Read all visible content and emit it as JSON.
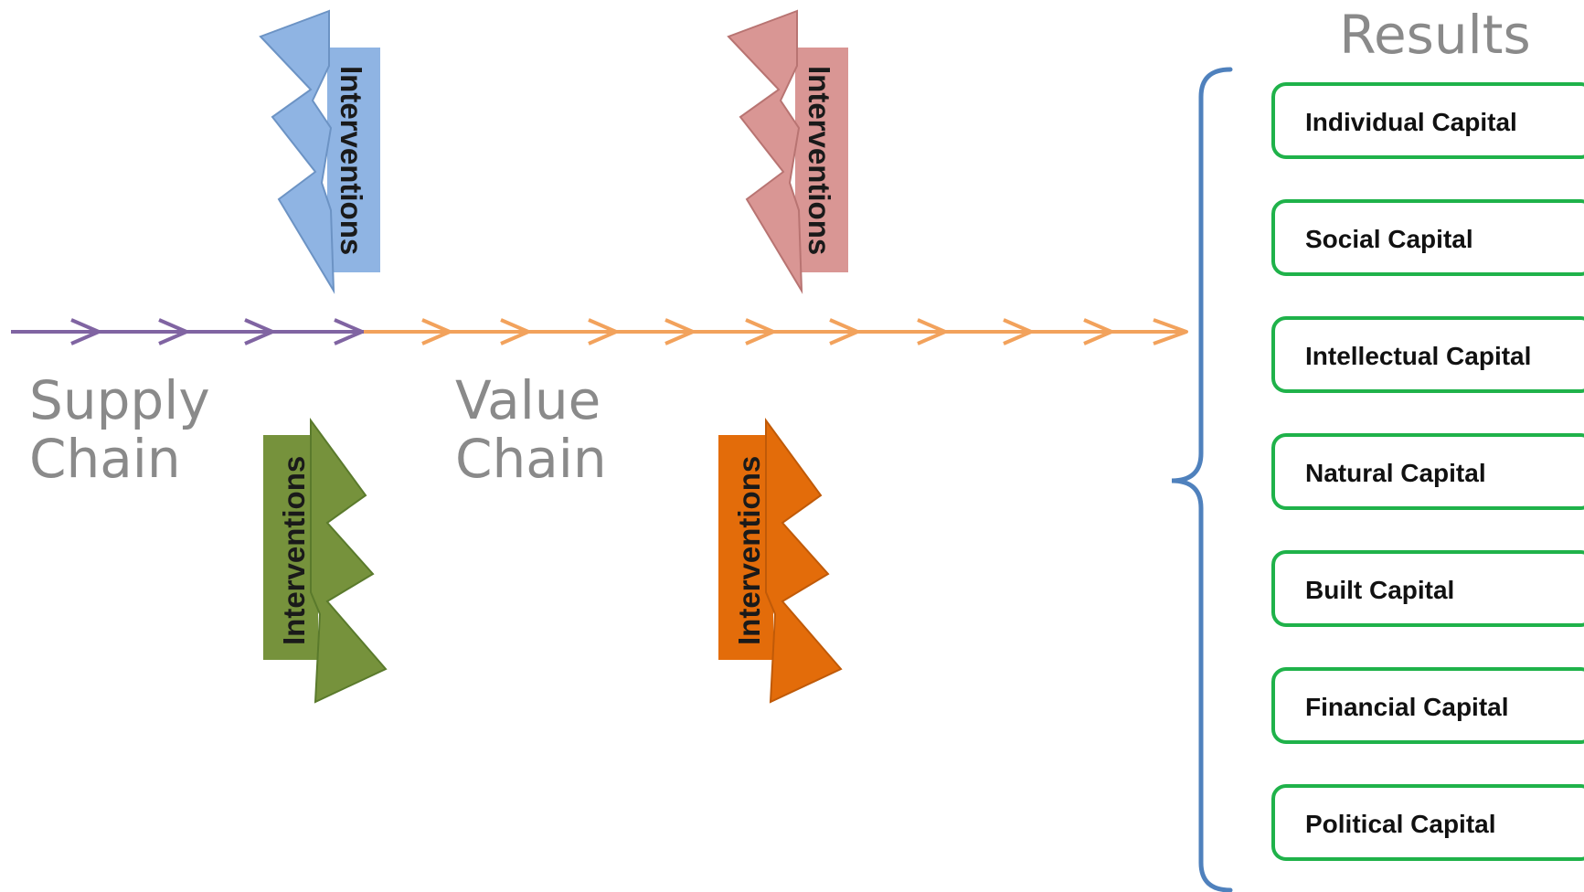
{
  "supply_chain": {
    "line1": "Supply",
    "line2": "Chain"
  },
  "value_chain": {
    "line1": "Value",
    "line2": "Chain"
  },
  "results": {
    "title": "Results",
    "items": [
      "Individual Capital",
      "Social Capital",
      "Intellectual Capital",
      "Natural Capital",
      "Built Capital",
      "Financial Capital",
      "Political Capital"
    ]
  },
  "interventions": [
    {
      "label": "Interventions",
      "color": "#8fb4e3"
    },
    {
      "label": "Interventions",
      "color": "#76923c"
    },
    {
      "label": "Interventions",
      "color": "#d99694"
    },
    {
      "label": "Interventions",
      "color": "#e36c0a"
    }
  ],
  "colors": {
    "supply_arrow": "#8064a2",
    "value_arrow": "#f2a25c",
    "bracket": "#4f81bd",
    "result_border": "#1fb24a",
    "label_gray": "#8a8a8a"
  }
}
